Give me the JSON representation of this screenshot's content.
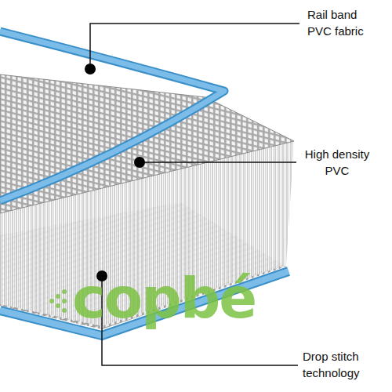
{
  "diagram": {
    "labels": [
      "Rail band PVC fabric",
      "High density PVC",
      "Drop stitch technology",
      "copbé"
    ]
  }
}
